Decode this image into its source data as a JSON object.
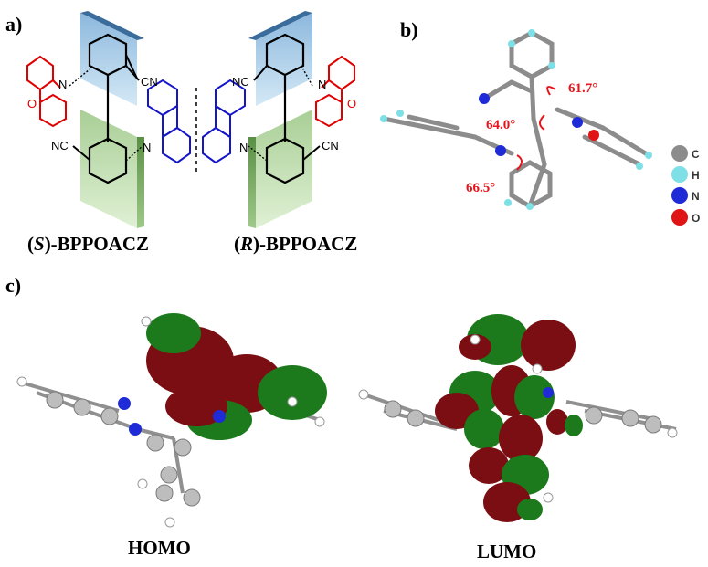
{
  "panels": {
    "a": "a)",
    "b": "b)",
    "c": "c)"
  },
  "panel_a": {
    "left_caption_open": "(",
    "left_caption_italic": "S",
    "left_caption_rest": ")-BPPOACZ",
    "right_caption_open": "(",
    "right_caption_italic": "R",
    "right_caption_rest": ")-BPPOACZ",
    "cn_label": "CN",
    "nc_label": "NC",
    "n_label": "N",
    "o_label": "O"
  },
  "panel_b": {
    "angles": [
      "61.7°",
      "64.0°",
      "66.5°"
    ],
    "legend": [
      {
        "symbol": "C",
        "color": "#8c8c8c"
      },
      {
        "symbol": "H",
        "color": "#7ee0e6"
      },
      {
        "symbol": "N",
        "color": "#1f2bd6"
      },
      {
        "symbol": "O",
        "color": "#e01414"
      }
    ]
  },
  "panel_c": {
    "homo_label": "HOMO",
    "lumo_label": "LUMO",
    "lobe_colors": {
      "positive": "#7a0e12",
      "negative": "#1c7a1c"
    }
  }
}
